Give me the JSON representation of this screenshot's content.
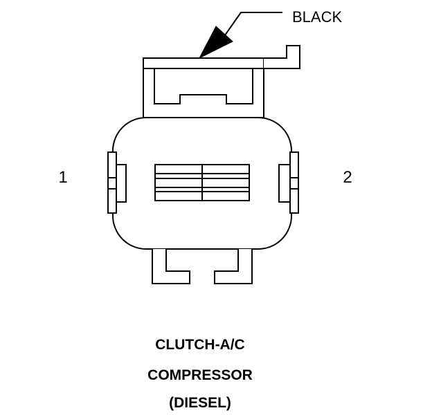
{
  "callout": {
    "label": "BLACK"
  },
  "pins": [
    {
      "label": "1"
    },
    {
      "label": "2"
    }
  ],
  "caption": {
    "line1": "CLUTCH-A/C",
    "line2": "COMPRESSOR",
    "line3": "(DIESEL)"
  },
  "colors": {
    "line": "#000000",
    "background": "#ffffff"
  }
}
